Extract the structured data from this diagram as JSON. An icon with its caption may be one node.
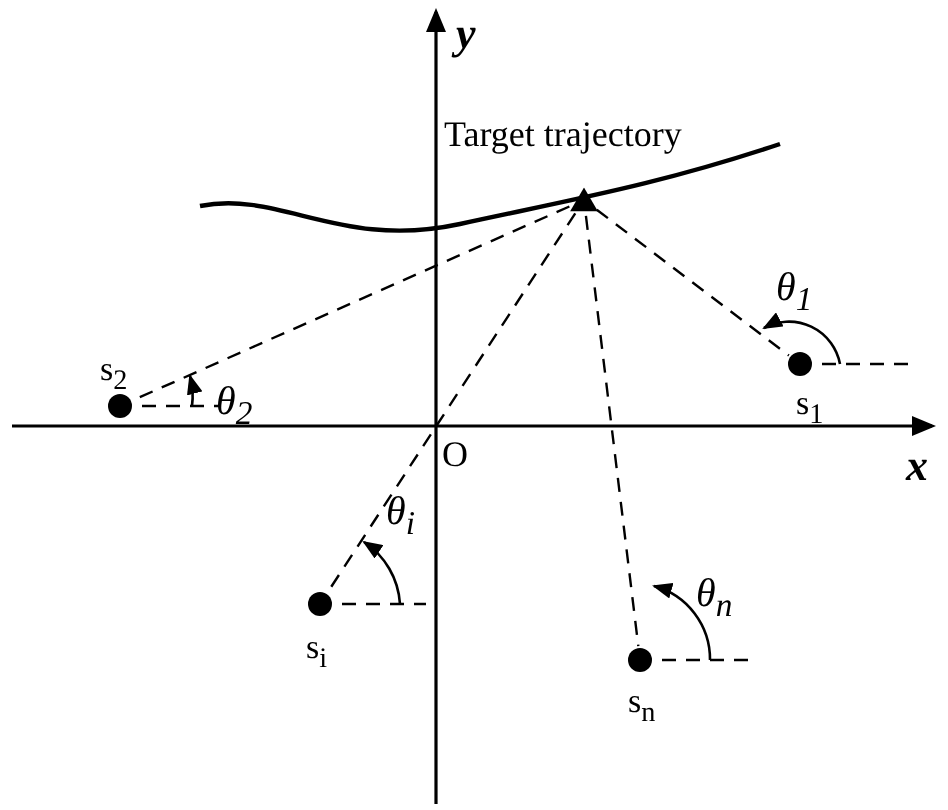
{
  "diagram": {
    "nodes": [
      {
        "text": [],
        "shape": "triangle"
      },
      {
        "text": [],
        "shape": "circle",
        "beside": [
          "s$_{1}$"
        ]
      },
      {
        "text": [],
        "shape": "circle",
        "beside": [
          "s$_{2}$"
        ]
      },
      {
        "text": [],
        "shape": "circle",
        "beside": [
          "s$_{i}$"
        ]
      },
      {
        "text": [],
        "shape": "circle",
        "beside": [
          "s$_{n}$"
        ]
      }
    ],
    "edges": [
      {
        "from": 0,
        "to": 1,
        "arrow": "none",
        "style": "dashed"
      },
      {
        "from": 0,
        "to": 2,
        "arrow": "none",
        "style": "dashed"
      },
      {
        "from": 0,
        "to": 3,
        "arrow": "none",
        "style": "dashed"
      },
      {
        "from": 0,
        "to": 4,
        "arrow": "none",
        "style": "dashed"
      }
    ],
    "labels": [
      "Target trajectory",
      "y",
      "x",
      "O",
      "θ$_{1}$",
      "θ$_{2}$",
      "θ$_{i}$",
      "θ$_{n}$"
    ]
  }
}
